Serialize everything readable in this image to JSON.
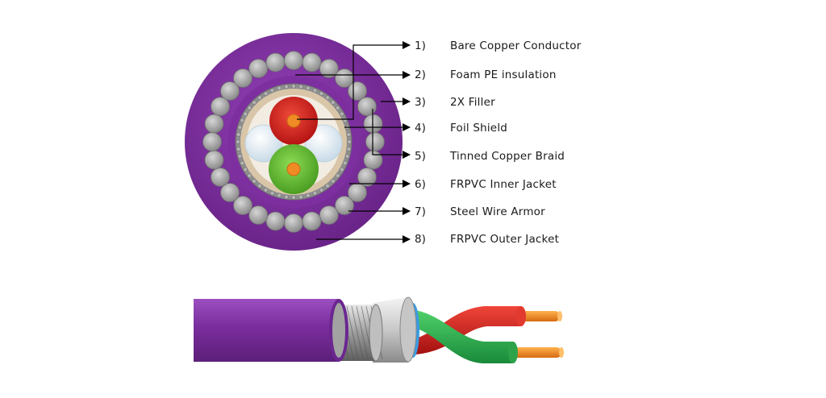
{
  "legend": [
    {
      "num": "1)",
      "label": "Bare Copper Conductor"
    },
    {
      "num": "2)",
      "label": "Foam PE insulation"
    },
    {
      "num": "3)",
      "label": "2X Filler"
    },
    {
      "num": "4)",
      "label": "Foil Shield"
    },
    {
      "num": "5)",
      "label": "Tinned Copper Braid"
    },
    {
      "num": "6)",
      "label": "FRPVC Inner Jacket"
    },
    {
      "num": "7)",
      "label": "Steel Wire Armor"
    },
    {
      "num": "8)",
      "label": "FRPVC Outer Jacket"
    }
  ],
  "colors": {
    "outer_jacket": "#7b2f9e",
    "inner_jacket": "#7d2fa0",
    "steel_wire": "#a7a7a7",
    "braid": "#8c8c8c",
    "foil": "#d8c2a4",
    "filler": "#e3edf5",
    "insulation_red": "#d01c1c",
    "insulation_green": "#5bb82f",
    "copper": "#f08a24"
  }
}
